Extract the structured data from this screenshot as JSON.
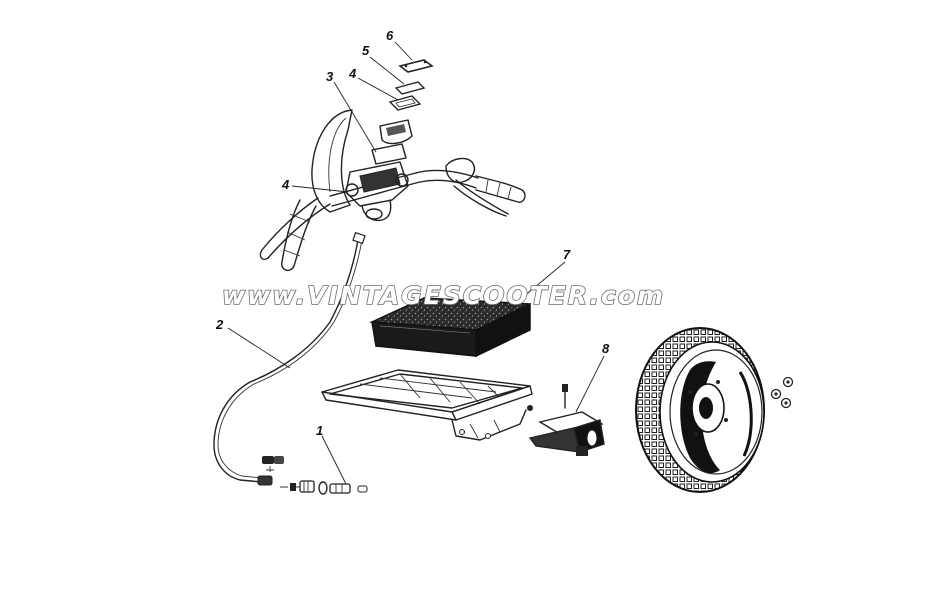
{
  "watermark": "www.VINTAGESCOOTER.com",
  "callouts": [
    {
      "id": "6",
      "label": "6"
    },
    {
      "id": "5",
      "label": "5"
    },
    {
      "id": "3",
      "label": "3"
    },
    {
      "id": "4a",
      "label": "4"
    },
    {
      "id": "4b",
      "label": "4"
    },
    {
      "id": "7",
      "label": "7"
    },
    {
      "id": "2",
      "label": "2"
    },
    {
      "id": "8",
      "label": "8"
    },
    {
      "id": "1",
      "label": "1"
    }
  ]
}
